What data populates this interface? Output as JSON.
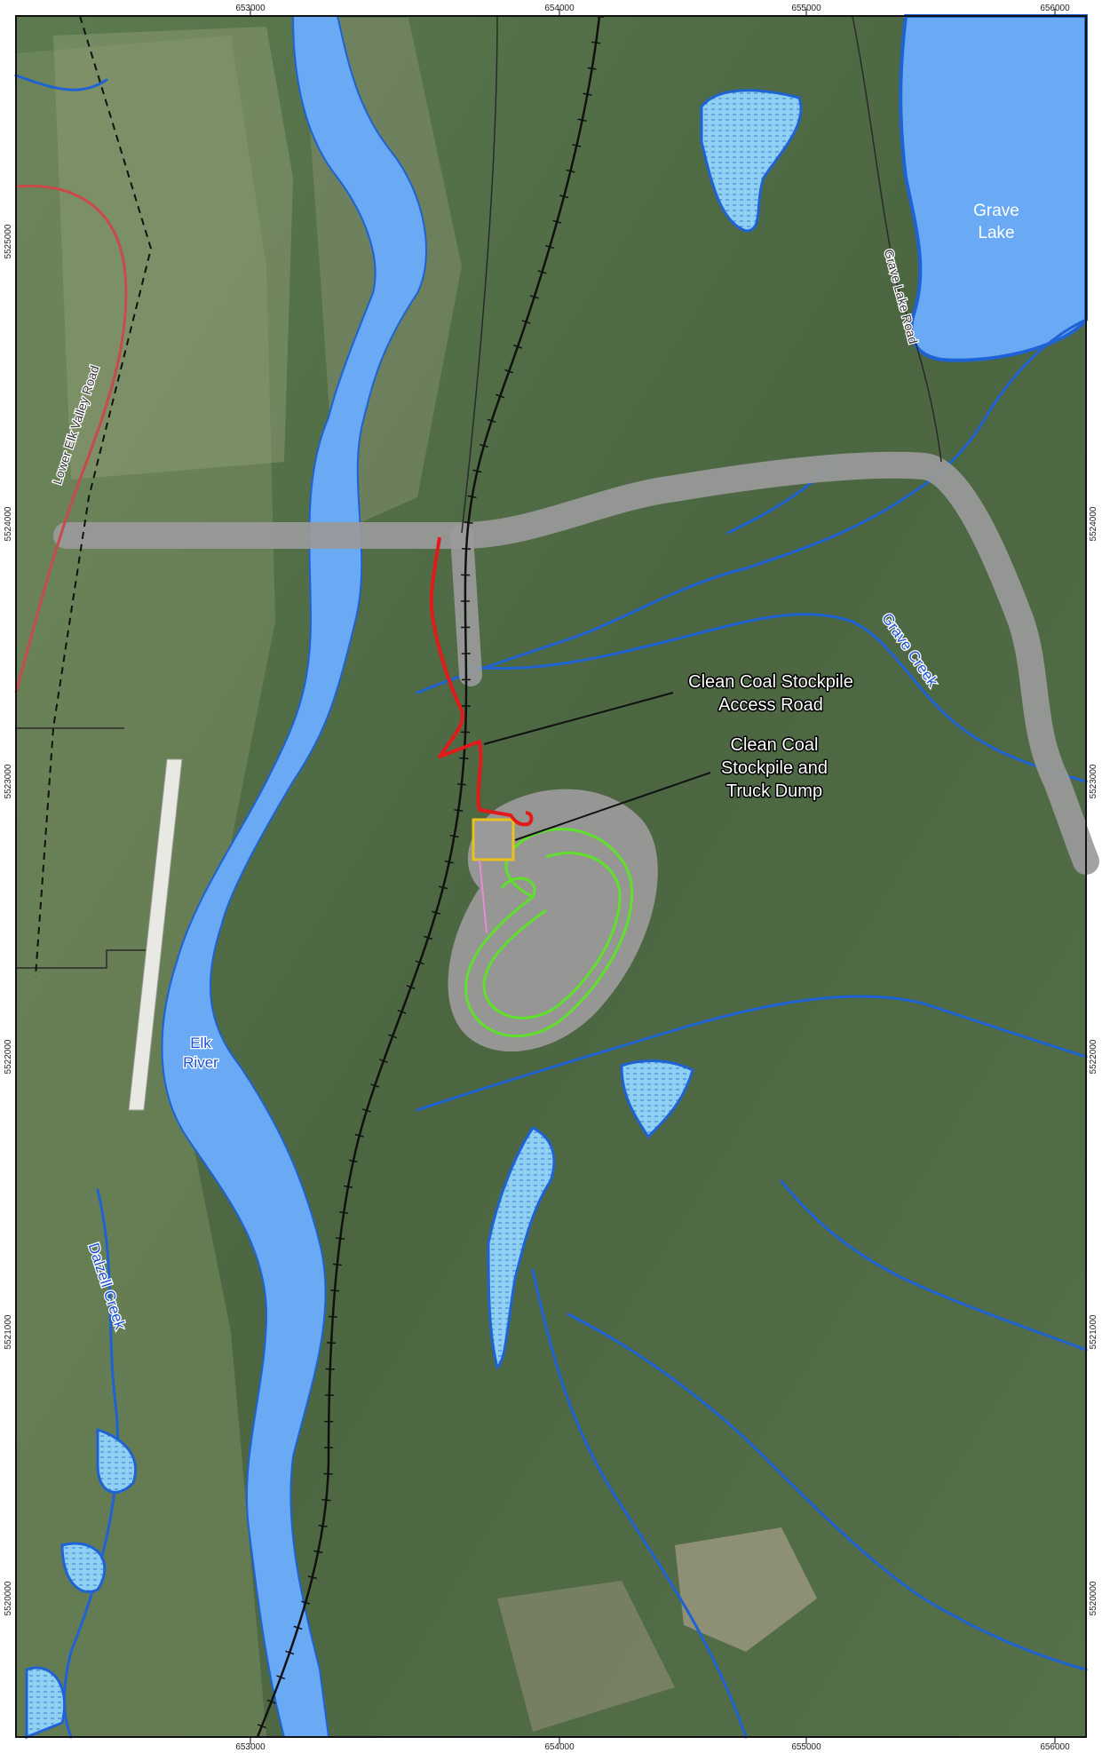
{
  "grid": {
    "top_eastings": [
      "653000",
      "654000",
      "655000",
      "656000"
    ],
    "bottom_eastings": [
      "653000",
      "654000",
      "655000",
      "656000"
    ],
    "left_northings": [
      "5525000",
      "5524000",
      "5523000",
      "5522000",
      "5521000",
      "5520000"
    ],
    "right_northings": [
      "5524000",
      "5523000",
      "5522000",
      "5521000",
      "5520000"
    ]
  },
  "labels": {
    "grave_lake_line1": "Grave",
    "grave_lake_line2": "Lake",
    "grave_lake_road": "Grave Lake Road",
    "lower_elk_valley_road": "Lower Elk Valley Road",
    "grave_creek": "Grave Creek",
    "elk_river_line1": "Elk",
    "elk_river_line2": "River",
    "dalzell_creek": "Dalzell Creek"
  },
  "callouts": {
    "access_road_line1": "Clean Coal Stockpile",
    "access_road_line2": "Access Road",
    "stockpile_line1": "Clean Coal",
    "stockpile_line2": "Stockpile and",
    "stockpile_line3": "Truck Dump"
  },
  "colors": {
    "terrain": "#4f6a44",
    "water": "#6aaaf5",
    "water_edge": "#1e62d4",
    "wetland": "#8fd0f2",
    "corridor": "#9a9a9a",
    "access_road": "#e11a1a",
    "loop": "#5fe02a",
    "stockpile": "#e8c21a",
    "conveyor": "#e88ad6",
    "highway": "#c94a4a",
    "railway": "#111111"
  }
}
